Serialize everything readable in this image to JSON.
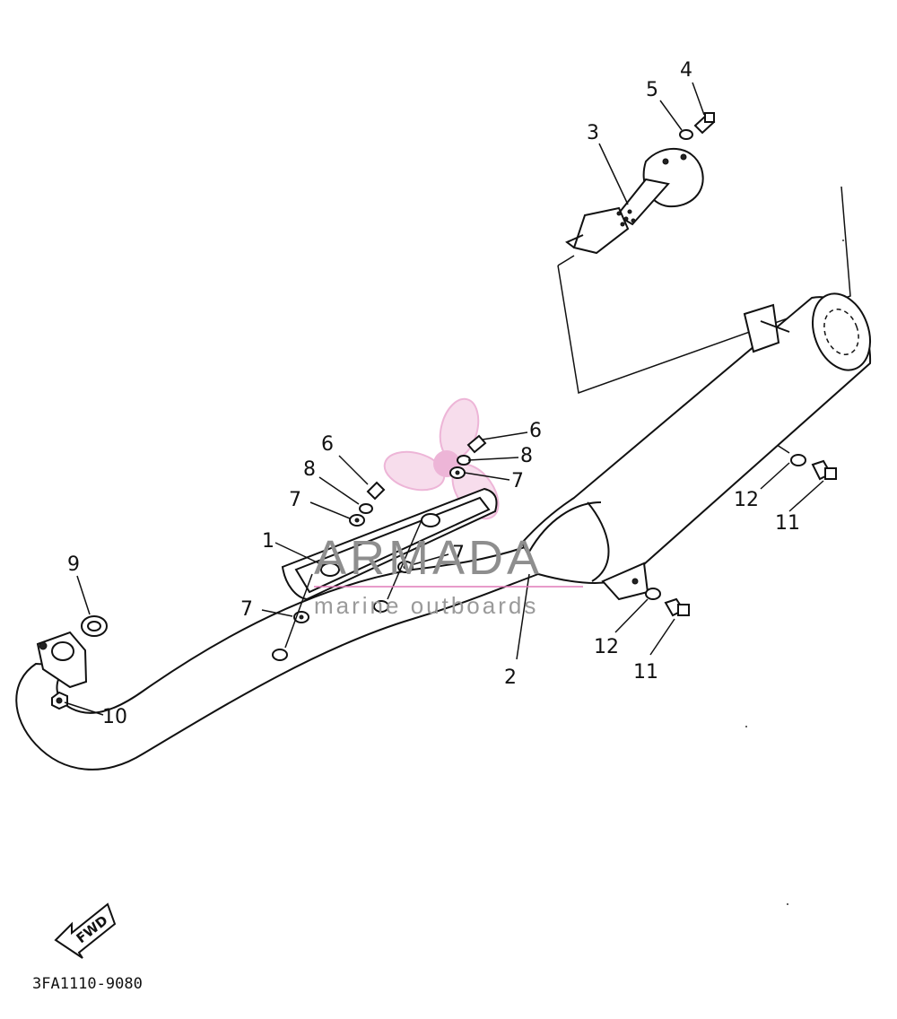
{
  "diagram": {
    "drawing_code": "3FA1110-9080",
    "direction_label": "FWD",
    "watermark": {
      "brand": "ARMADA",
      "tagline": "marine outboards",
      "accent_color": "#e07ab8"
    },
    "callouts": {
      "c1": "1",
      "c2": "2",
      "c3": "3",
      "c4": "4",
      "c5": "5",
      "c6a": "6",
      "c6b": "6",
      "c7a": "7",
      "c7b": "7",
      "c7c": "7",
      "c7d": "7",
      "c8a": "8",
      "c8b": "8",
      "c9": "9",
      "c10": "10",
      "c11a": "11",
      "c11b": "11",
      "c12a": "12",
      "c12b": "12"
    }
  }
}
